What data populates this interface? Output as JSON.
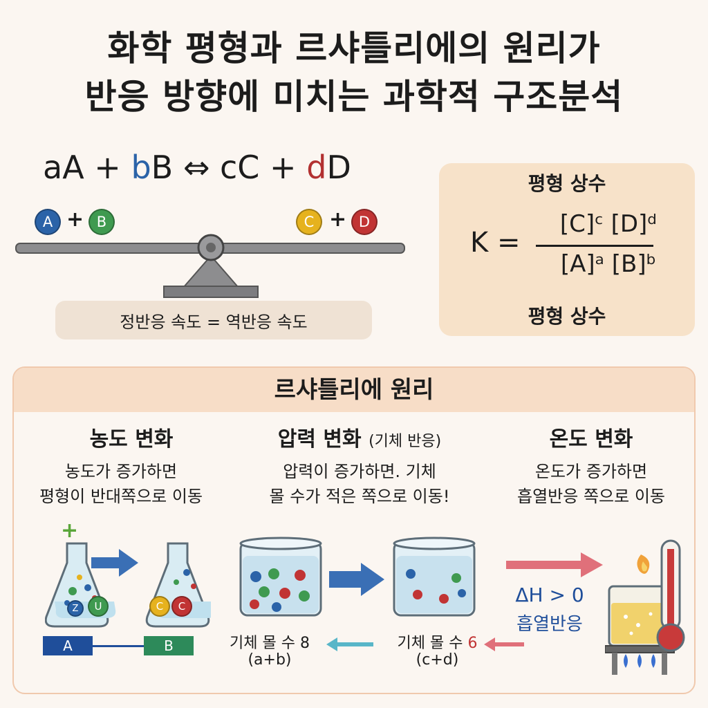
{
  "title": {
    "line1": "화학 평형과 르샤틀리에의 원리가",
    "line2": "반응 방향에 미치는 과학적 구조분석"
  },
  "equation": {
    "a": "aA",
    "plus1": " + ",
    "b_coef": "b",
    "b_sym": "B",
    "arrow": " ⇔ ",
    "c": "cC",
    "plus2": " + ",
    "d_coef": "d",
    "d_sym": "D"
  },
  "balance": {
    "left": [
      "A",
      "B"
    ],
    "right": [
      "C",
      "D"
    ],
    "plus": "+",
    "caption": "정반응 속도 = 역반응 속도"
  },
  "constant": {
    "label_top": "평형 상수",
    "label_bottom": "평형 상수",
    "k": "K =",
    "numerator": "[C]ᶜ [D]ᵈ",
    "denominator": "[A]ᵃ [B]ᵇ"
  },
  "principle": {
    "heading": "르샤틀리에 원리",
    "concentration": {
      "heading": "농도 변화",
      "line1": "농도가 증가하면",
      "line2": "평형이 반대쪽으로 이동",
      "plus_mark": "+",
      "flask1_marks": [
        "Z",
        "U"
      ],
      "flask2_marks": [
        "C",
        "C"
      ],
      "label_a": "A",
      "label_b": "B"
    },
    "pressure": {
      "heading": "압력 변화",
      "heading_note": "(기체 반응)",
      "line1": "압력이 증가하면. 기체",
      "line2": "몰 수가 적은 쪽으로 이동!",
      "left_count": "기체 몰 수 8",
      "left_sub": "(a+b)",
      "right_count_label": "기체 몰 수 ",
      "right_count_num": "6",
      "right_sub": "(c+d)"
    },
    "temperature": {
      "heading": "온도 변화",
      "line1": "온도가 증가하면",
      "line2": "흡열반응 쪽으로 이동",
      "delta": "ΔH > 0",
      "reaction": "흡열반응"
    }
  },
  "colors": {
    "blue": "#2b63a8",
    "green": "#3f9a50",
    "yellow": "#e6b21e",
    "red": "#c13434",
    "arrow_blue": "#3a6fb5",
    "arrow_red": "#e0707a",
    "teal": "#58b6c8"
  }
}
